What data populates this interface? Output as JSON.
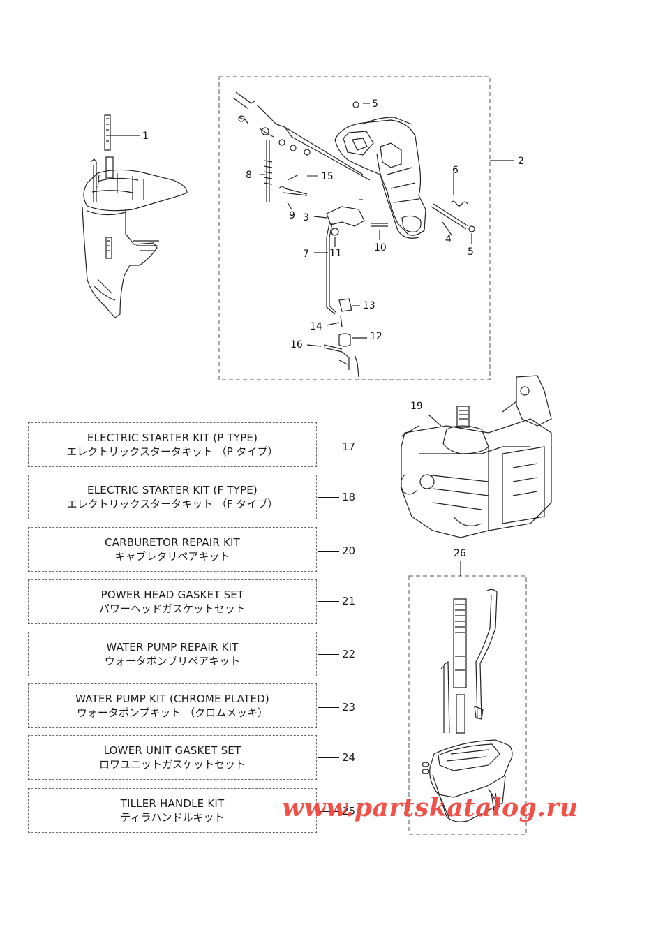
{
  "callouts": {
    "c1": "1",
    "c2": "2",
    "c3": "3",
    "c4": "4",
    "c5a": "5",
    "c5b": "5",
    "c6": "6",
    "c7": "7",
    "c8": "8",
    "c9": "9",
    "c10": "10",
    "c11": "11",
    "c12": "12",
    "c13": "13",
    "c14": "14",
    "c15": "15",
    "c16": "16",
    "c19": "19",
    "c26": "26"
  },
  "kits": [
    {
      "en": "ELECTRIC STARTER KIT (P TYPE)",
      "jp": "エレクトリックスタータキット （P タイプ）",
      "num": "17"
    },
    {
      "en": "ELECTRIC STARTER KIT (F TYPE)",
      "jp": "エレクトリックスタータキット （F タイプ）",
      "num": "18"
    },
    {
      "en": "CARBURETOR REPAIR KIT",
      "jp": "キャブレタリペアキット",
      "num": "20"
    },
    {
      "en": "POWER HEAD GASKET SET",
      "jp": "パワーヘッドガスケットセット",
      "num": "21"
    },
    {
      "en": "WATER PUMP REPAIR KIT",
      "jp": "ウォータポンプリペアキット",
      "num": "22"
    },
    {
      "en": "WATER PUMP KIT (CHROME PLATED)",
      "jp": "ウォータポンプキット （クロムメッキ）",
      "num": "23"
    },
    {
      "en": "LOWER UNIT GASKET SET",
      "jp": "ロワユニットガスケットセット",
      "num": "24"
    },
    {
      "en": "TILLER HANDLE KIT",
      "jp": "ティラハンドルキット",
      "num": "25"
    }
  ],
  "watermark": "www.partskatalog.ru"
}
